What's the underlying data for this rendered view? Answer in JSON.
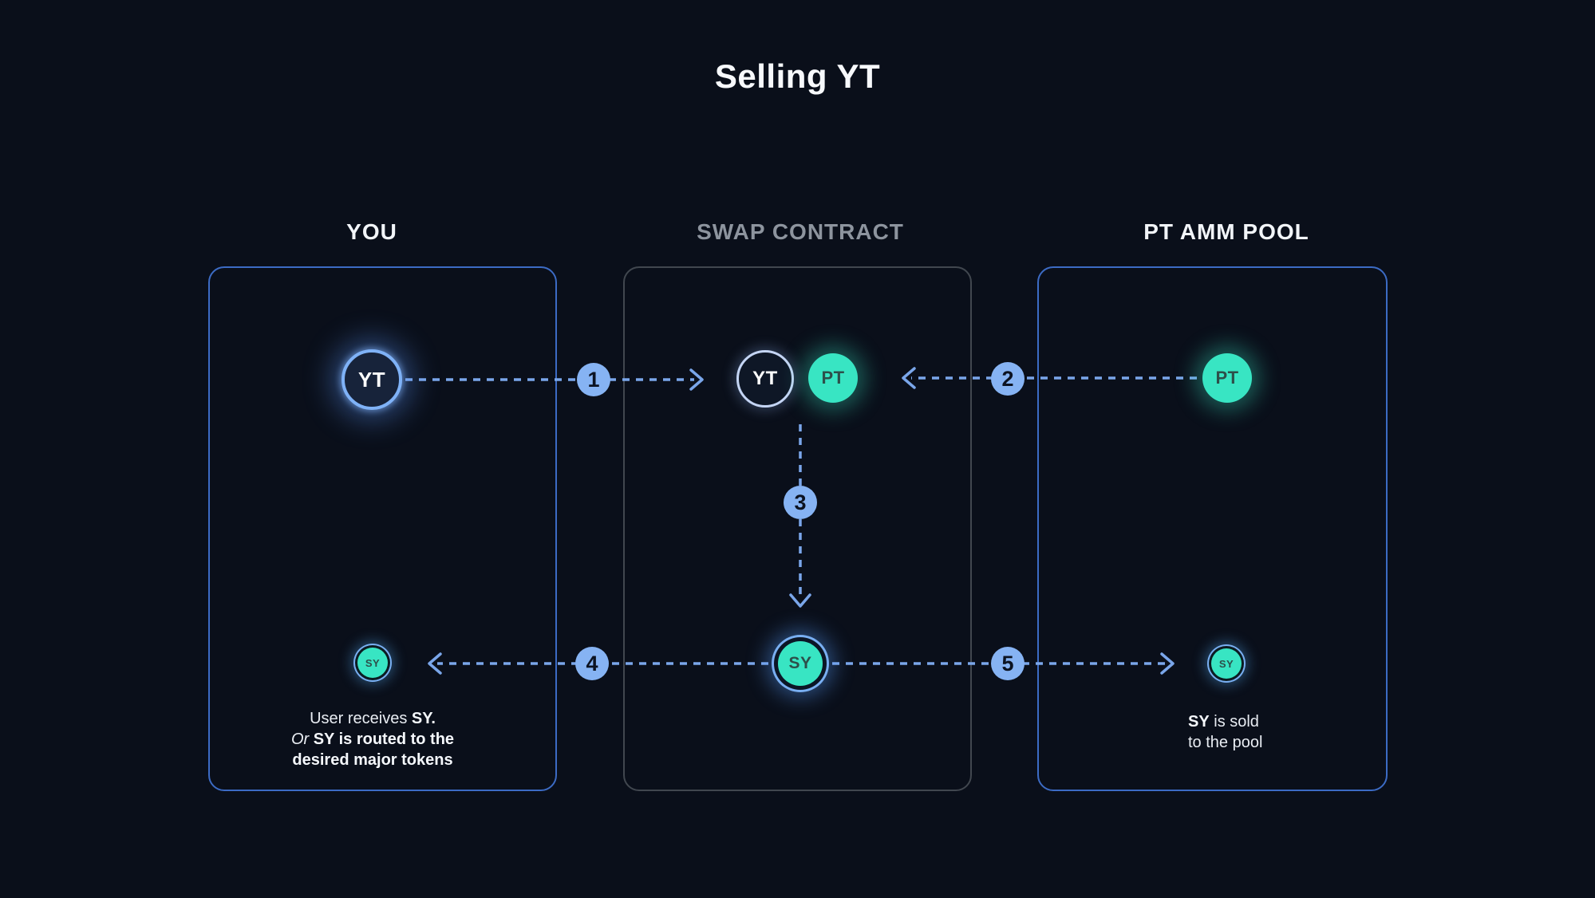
{
  "title": "Selling YT",
  "columns": {
    "you": {
      "header": "YOU"
    },
    "swap": {
      "header": "SWAP CONTRACT"
    },
    "pool": {
      "header": "PT AMM POOL"
    }
  },
  "tokens": {
    "yt_you": "YT",
    "yt_swap": "YT",
    "pt_swap": "PT",
    "pt_pool": "PT",
    "sy_swap": "SY",
    "sy_you": "SY",
    "sy_pool": "SY"
  },
  "steps": {
    "s1": "1",
    "s2": "2",
    "s3": "3",
    "s4": "4",
    "s5": "5"
  },
  "notes": {
    "you": {
      "l1_normal": "User receives ",
      "l1_bold": "SY.",
      "l2_italic": "Or ",
      "l2_bold": "SY is routed to the",
      "l3_bold": "desired major tokens"
    },
    "pool": {
      "l1_bold": "SY",
      "l1_normal": " is sold",
      "l2_normal": "to the pool"
    }
  },
  "colors": {
    "background": "#0a0f1a",
    "panel_border_blue": "#3c6bc4",
    "panel_border_gray": "#41474f",
    "header_muted": "#8d949e",
    "badge_blue": "#86b3f3",
    "arrow_dash_blue": "#7aa6ea",
    "token_teal": "#38e5c3",
    "token_dark_navy": "#17233a",
    "text_white": "#f7f9fc"
  }
}
